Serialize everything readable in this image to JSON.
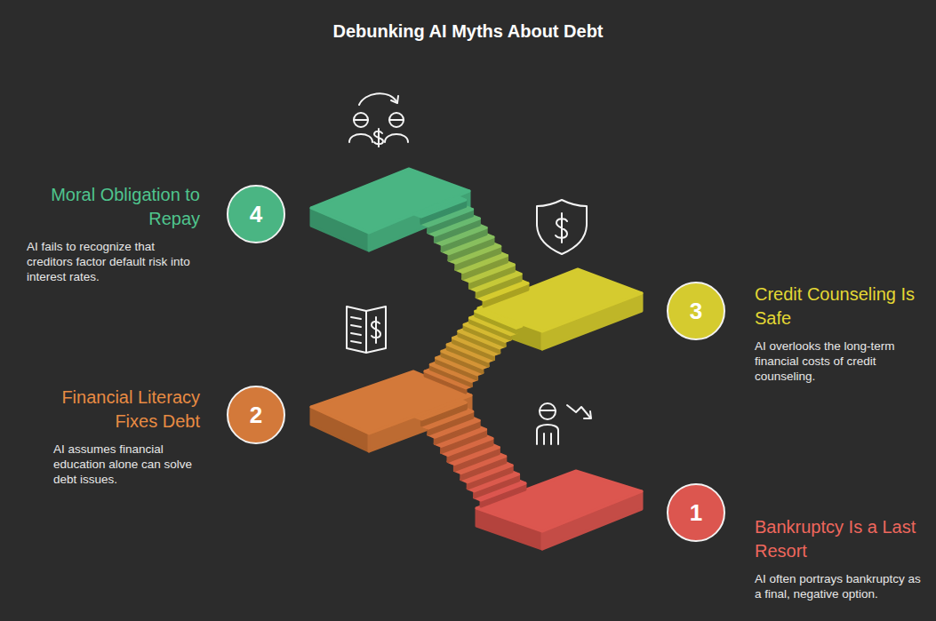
{
  "diagram": {
    "title": "Debunking AI Myths About Debt",
    "nodes": [
      {
        "text": [
          "1",
          "Bankruptcy Is a Last Resort",
          "AI often portrays bankruptcy as a final, negative option."
        ]
      },
      {
        "text": [
          "2",
          "Financial Literacy Fixes Debt",
          "AI assumes financial education alone can solve debt issues."
        ]
      },
      {
        "text": [
          "3",
          "Credit Counseling Is Safe",
          "AI overlooks the long-term financial costs of credit counseling."
        ]
      },
      {
        "text": [
          "4",
          "Moral Obligation to Repay",
          "AI fails to recognize that creditors factor default risk into interest rates."
        ]
      }
    ]
  }
}
